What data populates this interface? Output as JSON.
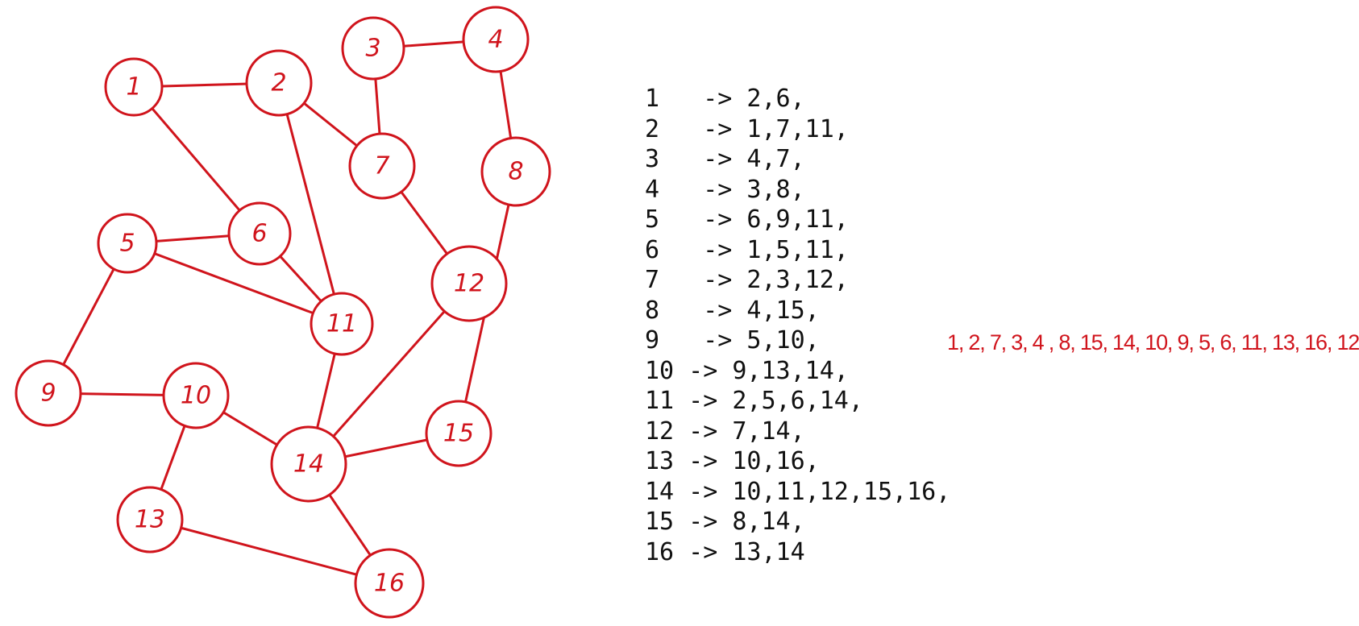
{
  "graph": {
    "nodes": [
      {
        "id": "1",
        "label": "1"
      },
      {
        "id": "2",
        "label": "2"
      },
      {
        "id": "3",
        "label": "3"
      },
      {
        "id": "4",
        "label": "4"
      },
      {
        "id": "5",
        "label": "5"
      },
      {
        "id": "6",
        "label": "6"
      },
      {
        "id": "7",
        "label": "7"
      },
      {
        "id": "8",
        "label": "8"
      },
      {
        "id": "9",
        "label": "9"
      },
      {
        "id": "10",
        "label": "10"
      },
      {
        "id": "11",
        "label": "11"
      },
      {
        "id": "12",
        "label": "12"
      },
      {
        "id": "13",
        "label": "13"
      },
      {
        "id": "14",
        "label": "14"
      },
      {
        "id": "15",
        "label": "15"
      },
      {
        "id": "16",
        "label": "16"
      }
    ],
    "edges": [
      [
        "1",
        "2"
      ],
      [
        "1",
        "6"
      ],
      [
        "2",
        "7"
      ],
      [
        "2",
        "11"
      ],
      [
        "3",
        "4"
      ],
      [
        "3",
        "7"
      ],
      [
        "4",
        "8"
      ],
      [
        "5",
        "6"
      ],
      [
        "5",
        "9"
      ],
      [
        "5",
        "11"
      ],
      [
        "6",
        "11"
      ],
      [
        "7",
        "12"
      ],
      [
        "8",
        "15"
      ],
      [
        "9",
        "10"
      ],
      [
        "10",
        "13"
      ],
      [
        "10",
        "14"
      ],
      [
        "11",
        "14"
      ],
      [
        "12",
        "14"
      ],
      [
        "13",
        "16"
      ],
      [
        "14",
        "15"
      ],
      [
        "14",
        "16"
      ]
    ],
    "color": "#d0141c"
  },
  "adjacency_list": [
    "1   -> 2,6,",
    "2   -> 1,7,11,",
    "3   -> 4,7,",
    "4   -> 3,8,",
    "5   -> 6,9,11,",
    "6   -> 1,5,11,",
    "7   -> 2,3,12,",
    "8   -> 4,15,",
    "9   -> 5,10,",
    "10 -> 9,13,14,",
    "11 -> 2,5,6,14,",
    "12 -> 7,14,",
    "13 -> 10,16,",
    "14 -> 10,11,12,15,16,",
    "15 -> 8,14,",
    "16 -> 13,14"
  ],
  "traversal": "1, 2, 7, 3, 4 , 8, 15, 14, 10, 9, 5, 6, 11, 13, 16, 12"
}
